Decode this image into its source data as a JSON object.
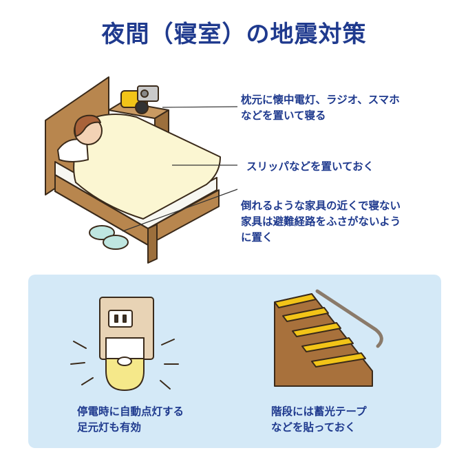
{
  "title": "夜間（寝室）の地震対策",
  "notes": {
    "bedside": "枕元に懐中電灯、ラジオ、スマホ\nなどを置いて寝る",
    "slippers": "スリッパなどを置いておく",
    "furniture": "倒れるような家具の近くで寝ない\n家具は避難経路をふさがないよう\nに置く"
  },
  "panel": {
    "light_caption": "停電時に自動点灯する\n足元灯も有効",
    "stairs_caption": "階段には蓄光テープ\nなどを貼っておく"
  },
  "colors": {
    "title": "#1f3a8e",
    "panel_bg": "#d4e9f7",
    "wood": "#b8864e",
    "blanket": "#fbf6d2",
    "slipper": "#bfe6e0",
    "flashlight": "#f2c418",
    "nightlight": "#f5e88a"
  }
}
